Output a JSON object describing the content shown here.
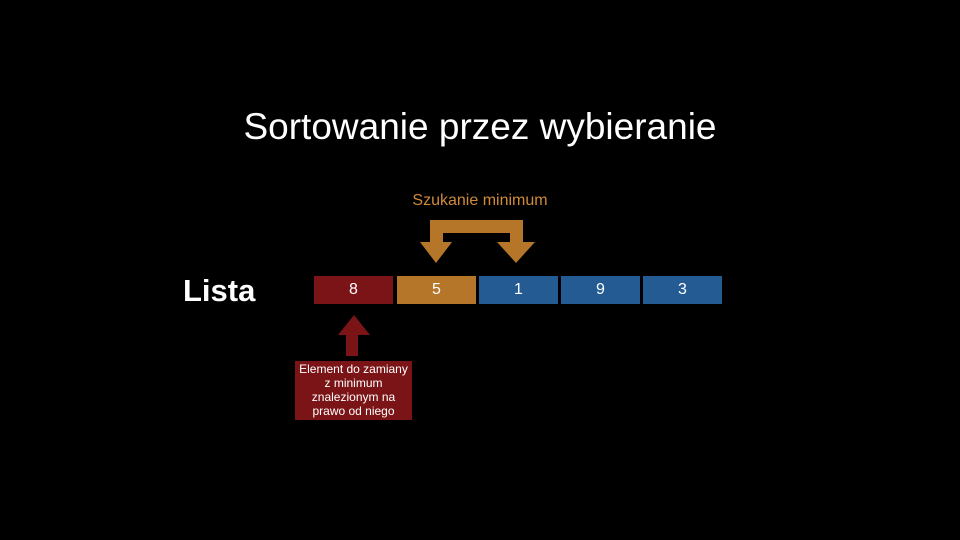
{
  "title": "Sortowanie przez wybieranie",
  "search_label": "Szukanie minimum",
  "list_label": "Lista",
  "list": [
    {
      "value": "8",
      "state": "current"
    },
    {
      "value": "5",
      "state": "compared"
    },
    {
      "value": "1",
      "state": "unsorted"
    },
    {
      "value": "9",
      "state": "unsorted"
    },
    {
      "value": "3",
      "state": "unsorted"
    }
  ],
  "note": "Element do zamiany z minimum znalezionym na prawo od niego",
  "colors": {
    "current": "#7b1416",
    "compared": "#b5762a",
    "unsorted": "#235b92",
    "accent_text": "#d08a3a"
  }
}
